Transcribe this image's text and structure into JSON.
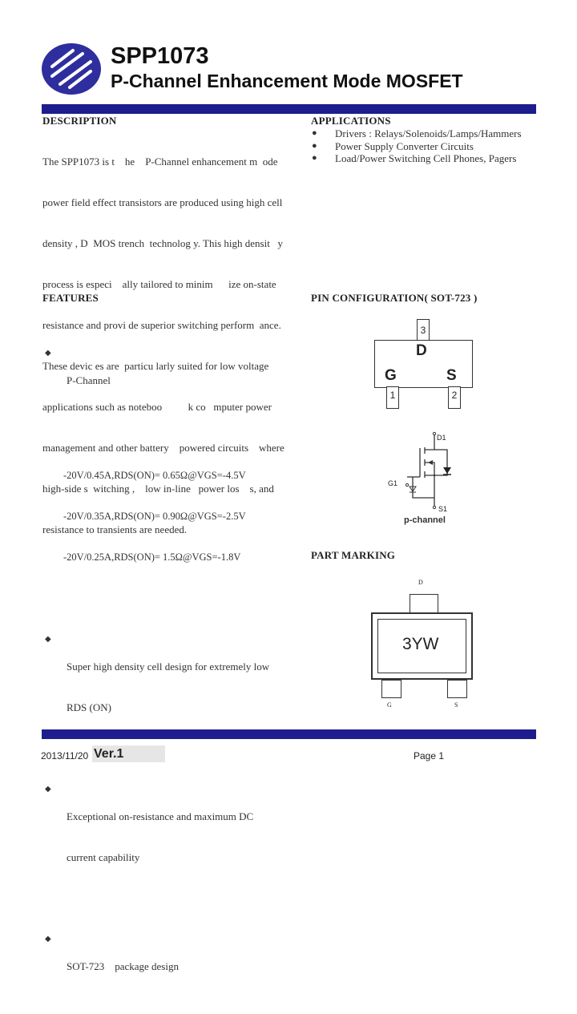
{
  "header": {
    "part_number": "SPP1073",
    "subtitle": "P-Channel Enhancement Mode MOSFET",
    "colors": {
      "bar": "#1d1d8e",
      "logo": "#2e2e9e"
    }
  },
  "description": {
    "heading": "DESCRIPTION",
    "lines": [
      "The SPP1073 is t    he    P-Channel enhancement m  ode",
      "power field effect transistors are produced using high cell",
      "density , D  MOS trench  technolog y. This high densit   y",
      "process is especi    ally tailored to minim      ize on-state",
      "resistance and provi de superior switching perform  ance.",
      "These devic es are  particu larly suited for low voltage",
      "applications such as noteboo          k co   mputer power",
      "management and other battery    powered circuits    where",
      "high-side s  witching ,    low in-line   power los    s, and",
      "resistance to transients are needed."
    ]
  },
  "applications": {
    "heading": "APPLICATIONS",
    "items": [
      "Drivers : Relays/Solenoids/Lamps/Hammers",
      "Power Supply Converter Circuits",
      "Load/Power Switching Cell Phones, Pagers"
    ]
  },
  "features": {
    "heading": "FEATURES",
    "items": [
      {
        "text": "P-Channel",
        "subs": [
          "-20V/0.45A,RDS(ON)= 0.65Ω@VGS=-4.5V",
          "-20V/0.35A,RDS(ON)= 0.90Ω@VGS=-2.5V",
          "-20V/0.25A,RDS(ON)= 1.5Ω@VGS=-1.8V"
        ]
      },
      {
        "text": "Super high density cell design for extremely low",
        "subs": [
          "RDS (ON)"
        ]
      },
      {
        "text": "Exceptional on-resistance and maximum DC",
        "subs": [
          "current capability"
        ]
      },
      {
        "text": "SOT-723    package design",
        "subs": []
      }
    ]
  },
  "pin_configuration": {
    "heading": "PIN CONFIGURATION( SOT-723 )",
    "pins": {
      "top_number": "3",
      "top_letter": "D",
      "left_letter": "G",
      "right_letter": "S",
      "left_number": "1",
      "right_number": "2"
    },
    "schematic": {
      "drain_label": "D1",
      "gate_label": "G1",
      "source_label": "S1",
      "caption": "p-channel"
    }
  },
  "part_marking": {
    "heading": "PART MARKING",
    "mark": "3YW",
    "top_label": "D",
    "left_label": "G",
    "right_label": "S"
  },
  "footer": {
    "date": "2013/11/20",
    "version": "Ver.1",
    "page": "Page 1"
  }
}
